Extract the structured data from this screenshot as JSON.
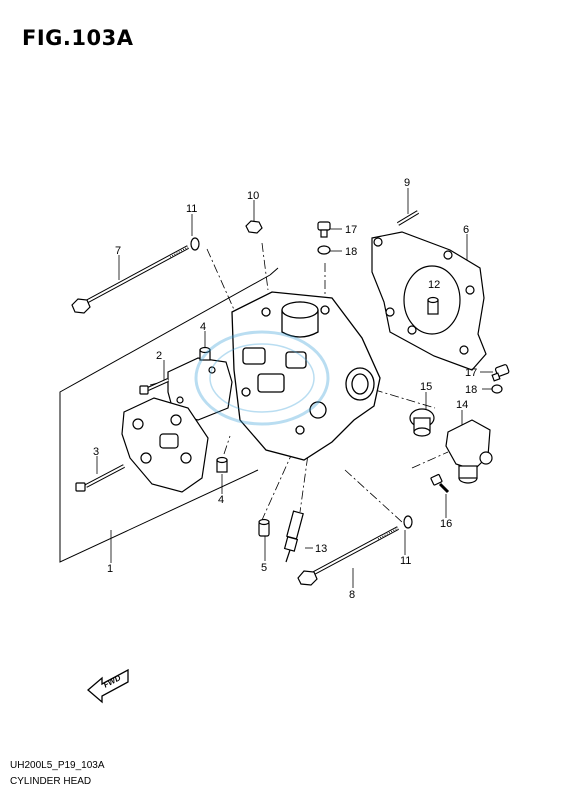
{
  "figure": {
    "title": "FIG.103A"
  },
  "footer": {
    "code": "UH200L5_P19_103A",
    "name": "CYLINDER HEAD"
  },
  "callouts": [
    {
      "id": "c1",
      "label": "1"
    },
    {
      "id": "c2",
      "label": "2"
    },
    {
      "id": "c3",
      "label": "3"
    },
    {
      "id": "c4a",
      "label": "4"
    },
    {
      "id": "c4b",
      "label": "4"
    },
    {
      "id": "c5",
      "label": "5"
    },
    {
      "id": "c6",
      "label": "6"
    },
    {
      "id": "c7",
      "label": "7"
    },
    {
      "id": "c8",
      "label": "8"
    },
    {
      "id": "c9",
      "label": "9"
    },
    {
      "id": "c10",
      "label": "10"
    },
    {
      "id": "c11a",
      "label": "11"
    },
    {
      "id": "c11b",
      "label": "11"
    },
    {
      "id": "c12",
      "label": "12"
    },
    {
      "id": "c13",
      "label": "13"
    },
    {
      "id": "c14",
      "label": "14"
    },
    {
      "id": "c15",
      "label": "15"
    },
    {
      "id": "c16",
      "label": "16"
    },
    {
      "id": "c17a",
      "label": "17"
    },
    {
      "id": "c17b",
      "label": "17"
    },
    {
      "id": "c18a",
      "label": "18"
    },
    {
      "id": "c18b",
      "label": "18"
    }
  ],
  "direction_arrow": {
    "label": "FWD"
  },
  "colors": {
    "line": "#000000",
    "watermark": "#3aa0d8"
  }
}
